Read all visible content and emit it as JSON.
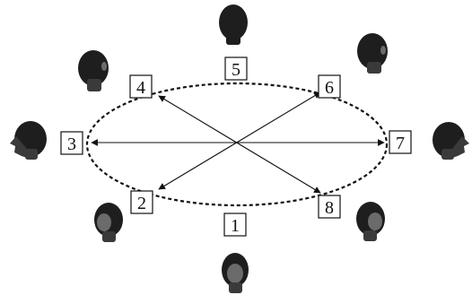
{
  "diagram": {
    "positions": [
      {
        "id": "1",
        "label": "1",
        "head": "head-front-icon"
      },
      {
        "id": "2",
        "label": "2",
        "head": "head-front-left-icon"
      },
      {
        "id": "3",
        "label": "3",
        "head": "head-left-profile-icon"
      },
      {
        "id": "4",
        "label": "4",
        "head": "head-back-left-icon"
      },
      {
        "id": "5",
        "label": "5",
        "head": "head-back-icon"
      },
      {
        "id": "6",
        "label": "6",
        "head": "head-back-right-icon"
      },
      {
        "id": "7",
        "label": "7",
        "head": "head-right-profile-icon"
      },
      {
        "id": "8",
        "label": "8",
        "head": "head-front-right-icon"
      }
    ],
    "arrows": [
      {
        "from": "3",
        "to": "7"
      },
      {
        "from": "2",
        "to": "6"
      },
      {
        "from": "4",
        "to": "8"
      }
    ],
    "colors": {
      "stroke": "#111111",
      "head": "#3a3a3a",
      "background": "#ffffff"
    }
  }
}
